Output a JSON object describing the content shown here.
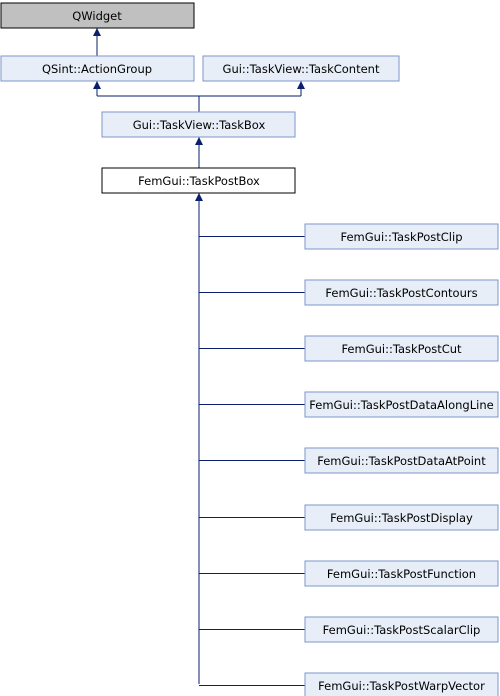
{
  "colors": {
    "root_fill": "#c0c0c0",
    "base_fill": "#e8eef7",
    "base_stroke": "#7b95c9",
    "current_fill": "#ffffff",
    "current_stroke": "#000000",
    "edge": "#0a1f6e"
  },
  "nodes": {
    "qwidget": "QWidget",
    "action_group": "QSint::ActionGroup",
    "task_content": "Gui::TaskView::TaskContent",
    "task_box": "Gui::TaskView::TaskBox",
    "task_post_box": "FemGui::TaskPostBox"
  },
  "derived": [
    "FemGui::TaskPostClip",
    "FemGui::TaskPostContours",
    "FemGui::TaskPostCut",
    "FemGui::TaskPostDataAlongLine",
    "FemGui::TaskPostDataAtPoint",
    "FemGui::TaskPostDisplay",
    "FemGui::TaskPostFunction",
    "FemGui::TaskPostScalarClip",
    "FemGui::TaskPostWarpVector"
  ]
}
